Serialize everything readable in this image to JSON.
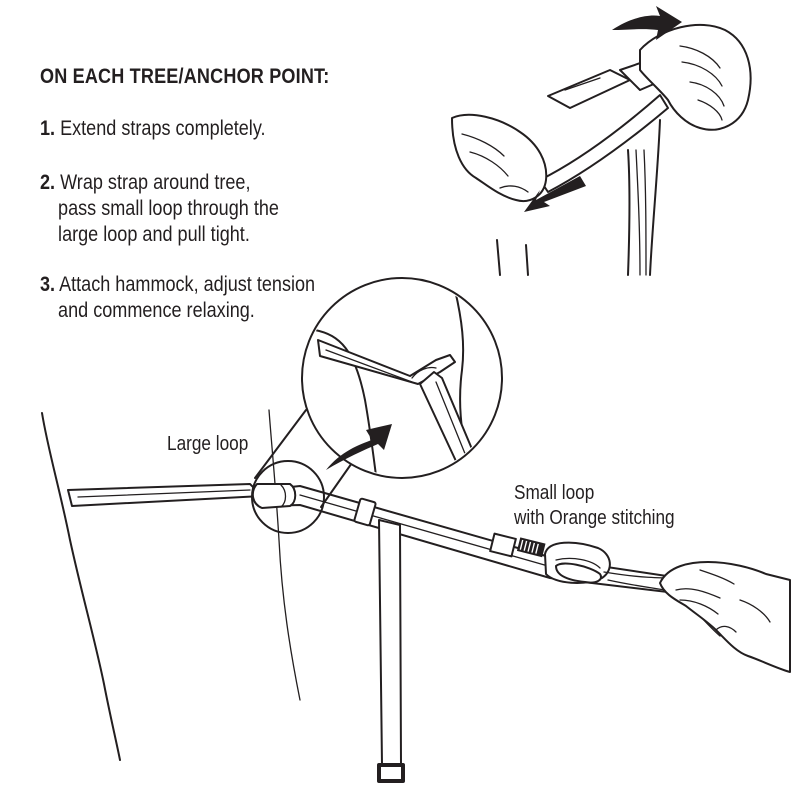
{
  "heading": "ON EACH TREE/ANCHOR POINT:",
  "steps": [
    {
      "num": "1.",
      "lines": [
        "Extend straps completely."
      ]
    },
    {
      "num": "2.",
      "lines": [
        "Wrap strap around tree,",
        "pass small loop through the",
        "large loop and pull tight."
      ]
    },
    {
      "num": "3.",
      "lines": [
        "Attach hammock, adjust tension",
        "and commence relaxing."
      ]
    }
  ],
  "callouts": {
    "large_loop": "Large loop",
    "small_loop_line1": "Small loop",
    "small_loop_line2": "with Orange stitching"
  }
}
